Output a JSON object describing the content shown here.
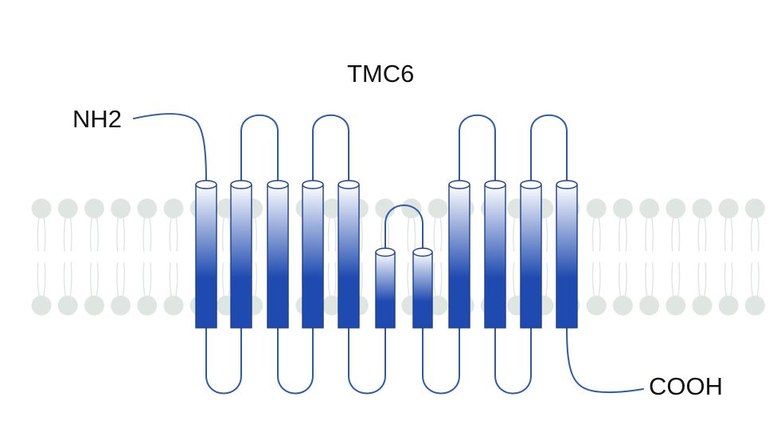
{
  "title": "TMC6",
  "n_terminus": "NH2",
  "c_terminus": "COOH",
  "colors": {
    "helix_top": "#ffffff",
    "helix_bottom": "#1f4bb0",
    "outline": "#1d3f8f",
    "loop": "#2d5aa8",
    "lipid": "#dfe5e1"
  },
  "icons": {
    "helix": "cylinder",
    "lipid": "phospholipid-head-with-tails"
  }
}
